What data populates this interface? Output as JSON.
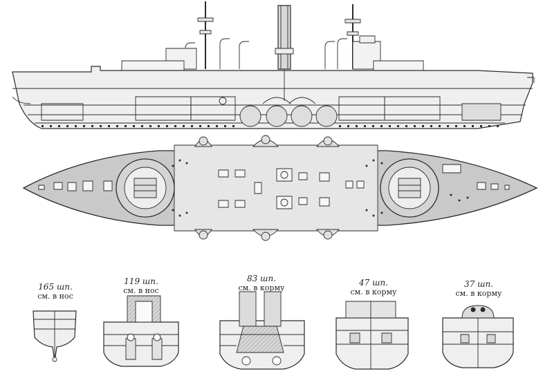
{
  "sections": [
    {
      "frame": "165 шп.",
      "direction": "см. в нос"
    },
    {
      "frame": "119 шп.",
      "direction": "см. в нос"
    },
    {
      "frame": "83 шп.",
      "direction": "см. в корму"
    },
    {
      "frame": "47 шп.",
      "direction": "см. в корму"
    },
    {
      "frame": "37 шп.",
      "direction": "см. в корму"
    }
  ],
  "colors": {
    "ink": "#2a2a2a",
    "deck_fill": "#c9c9c9",
    "hull_fill": "#e2e2e2",
    "paper": "#ffffff"
  }
}
